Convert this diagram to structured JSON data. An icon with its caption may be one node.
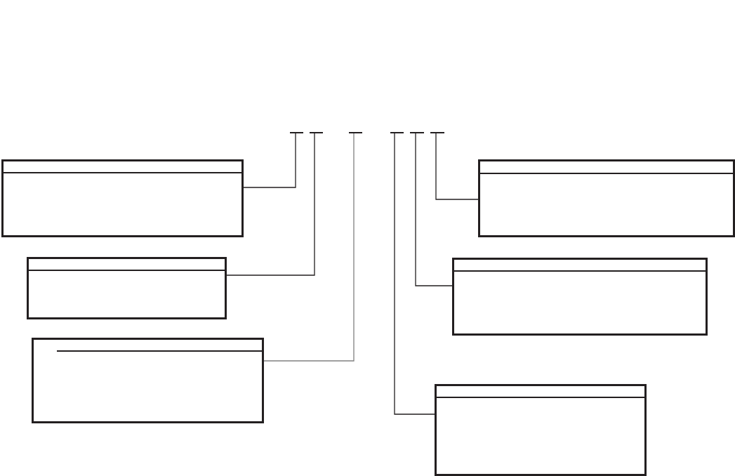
{
  "diagram": {
    "nodes": [
      {
        "text": [],
        "shape": "bar"
      },
      {
        "text": [],
        "shape": "bar"
      },
      {
        "text": [],
        "shape": "bar"
      },
      {
        "text": [],
        "shape": "bar"
      },
      {
        "text": [],
        "shape": "bar"
      },
      {
        "text": [],
        "shape": "bar"
      },
      {
        "text": [],
        "shape": "box"
      },
      {
        "text": [],
        "shape": "box"
      },
      {
        "text": [],
        "shape": "box"
      },
      {
        "text": [],
        "shape": "box"
      },
      {
        "text": [],
        "shape": "box"
      },
      {
        "text": [],
        "shape": "box"
      }
    ],
    "edges": [
      {
        "from": 0,
        "to": 6,
        "arrow": "none"
      },
      {
        "from": 1,
        "to": 8,
        "arrow": "none"
      },
      {
        "from": 2,
        "to": 10,
        "arrow": "none",
        "color": "#808080"
      },
      {
        "from": 3,
        "to": 11,
        "arrow": "none"
      },
      {
        "from": 4,
        "to": 9,
        "arrow": "none"
      },
      {
        "from": 5,
        "to": 7,
        "arrow": "none"
      }
    ]
  }
}
